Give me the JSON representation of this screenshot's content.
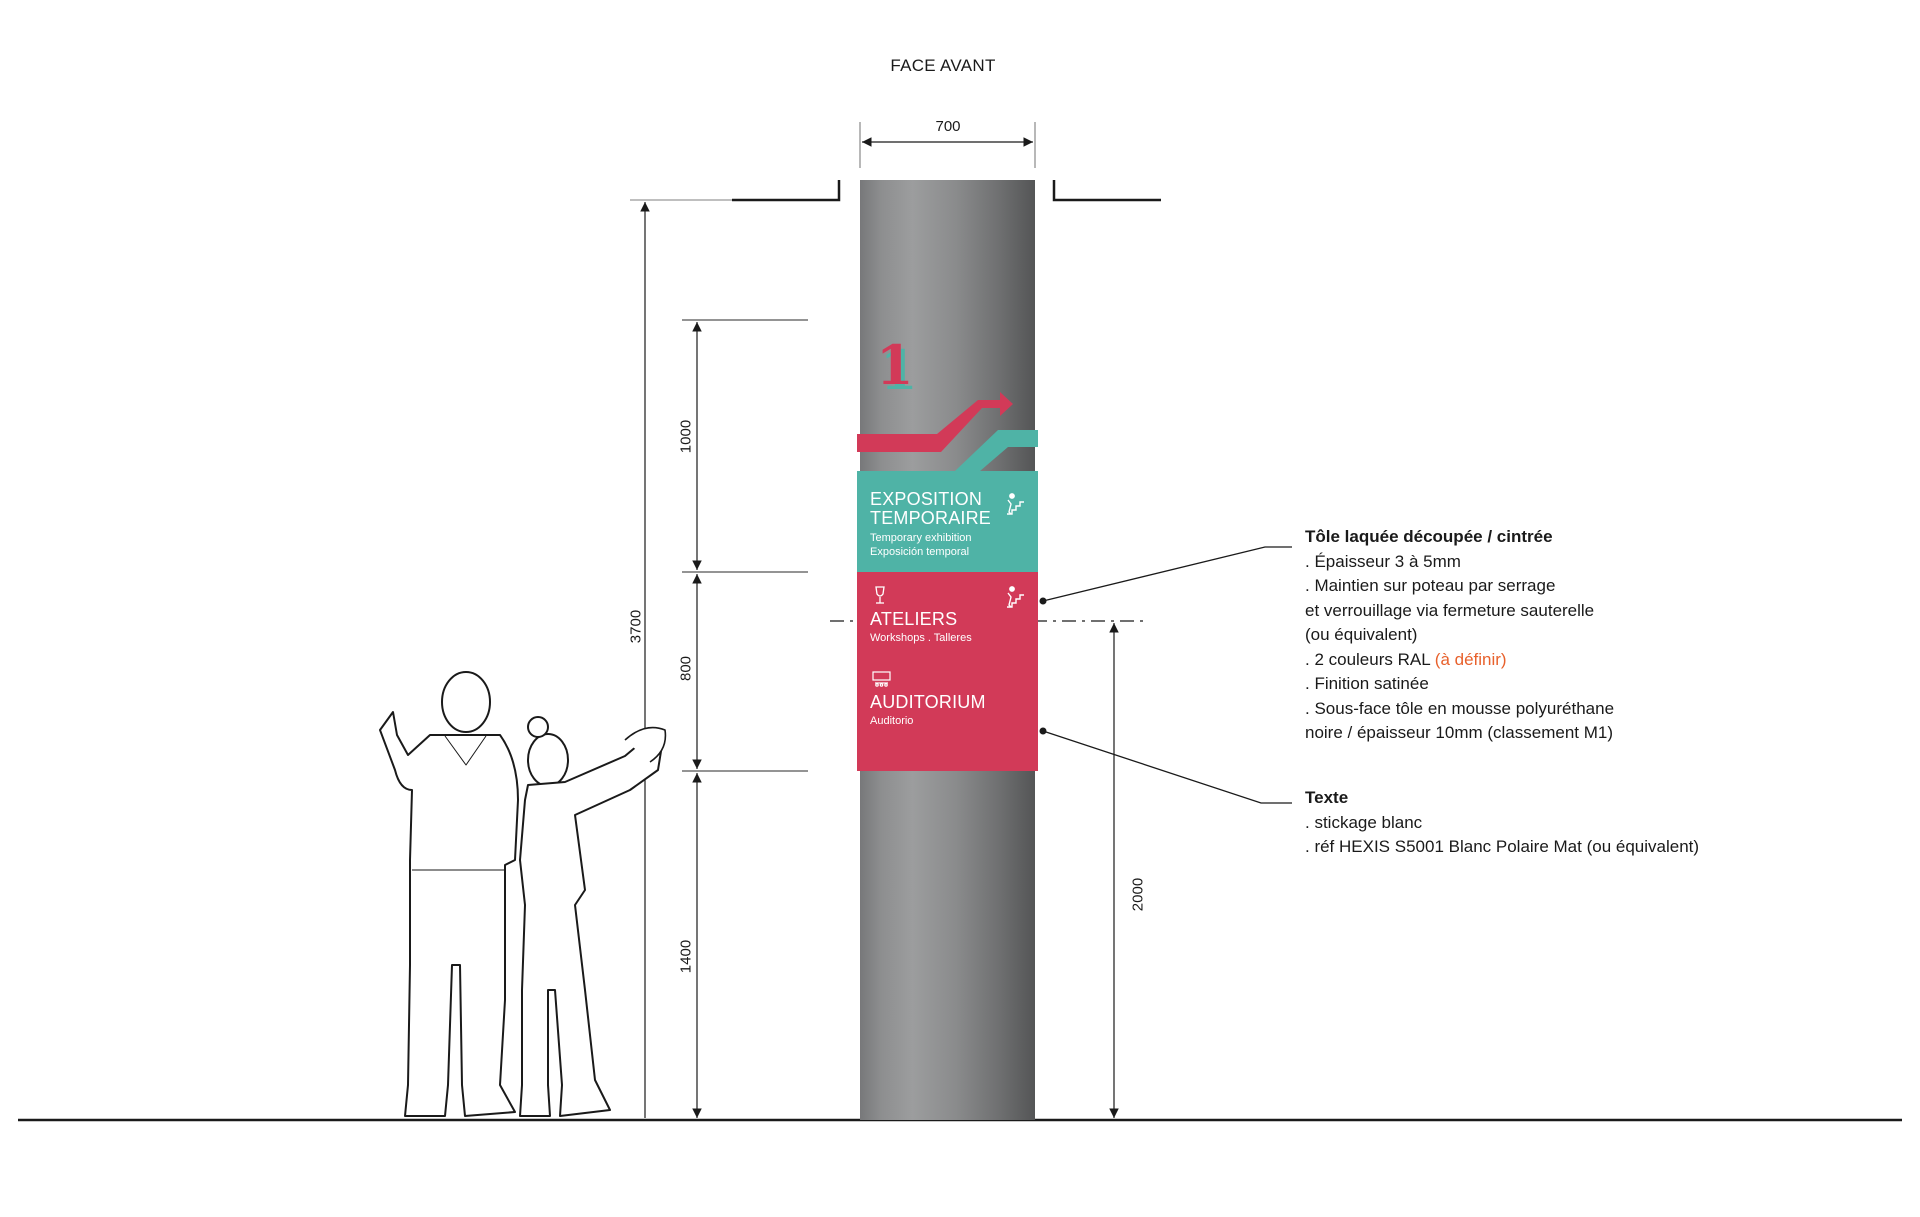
{
  "title": "FACE AVANT",
  "colors": {
    "teal": "#4fb3a6",
    "red": "#d23a58",
    "pole_dark": "#5c5d5f",
    "pole_light": "#9a9b9c",
    "accent_orange": "#e8612c",
    "line": "#1a1a1a"
  },
  "dimensions": {
    "width": "700",
    "total_height": "3700",
    "top_section": "1000",
    "sign_section": "800",
    "bottom_section": "1400",
    "reference_height": "2000"
  },
  "sign": {
    "floor_number": "1",
    "panels": [
      {
        "color": "teal",
        "title_line1": "EXPOSITION",
        "title_line2": "TEMPORAIRE",
        "subtitle_line1": "Temporary exhibition",
        "subtitle_line2": "Exposición temporal",
        "icon": "stairs-up-icon"
      },
      {
        "color": "red",
        "entries": [
          {
            "icon": "wine-glass-icon",
            "title": "ATELIERS",
            "subtitle": "Workshops . Talleres",
            "right_icon": "stairs-up-icon"
          },
          {
            "icon": "auditorium-icon",
            "title": "AUDITORIUM",
            "subtitle": "Auditorio"
          }
        ]
      }
    ]
  },
  "specs": [
    {
      "heading": "Tôle laquée découpée / cintrée",
      "lines": [
        ". Épaisseur 3 à 5mm",
        ". Maintien sur poteau par serrage",
        "et verrouillage via fermeture sauterelle",
        "(ou équivalent)",
        ". 2 couleurs RAL ",
        ". Finition satinée",
        ". Sous-face tôle en mousse polyuréthane",
        "noire / épaisseur 10mm (classement M1)"
      ],
      "highlight": "(à définir)"
    },
    {
      "heading": "Texte",
      "lines": [
        ". stickage blanc",
        ". réf HEXIS S5001 Blanc Polaire Mat (ou équivalent)"
      ]
    }
  ]
}
